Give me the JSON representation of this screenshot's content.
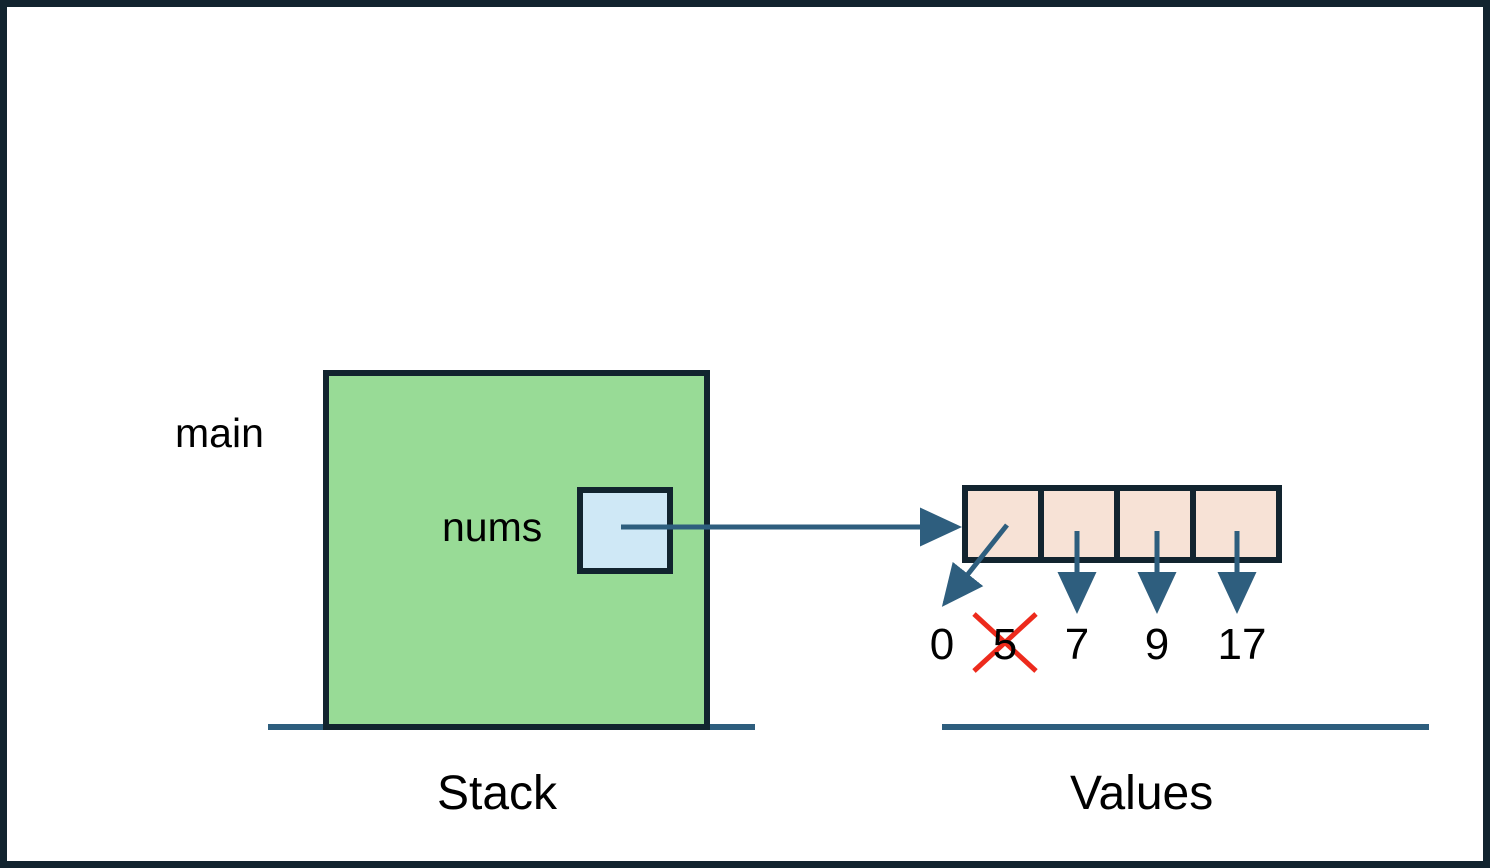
{
  "diagram": {
    "title": "Stack and Values memory diagram",
    "border_color": "#12242f",
    "background": "#ffffff"
  },
  "colors": {
    "stack_frame_fill": "#98DB96",
    "stack_frame_stroke": "#12242f",
    "pointer_box_fill": "#CFE8F6",
    "pointer_box_stroke": "#12242f",
    "array_cell_fill": "#F7E2D6",
    "array_cell_stroke": "#12242f",
    "arrow_color": "#2E5E7E",
    "baseline_color": "#2E5E7E",
    "strike_color": "#ED2A1C",
    "text_color": "#000000"
  },
  "stack_region": {
    "caption": "Stack",
    "frame_label": "main",
    "variable_label": "nums",
    "pointer_box_value": ""
  },
  "values_region": {
    "caption": "Values",
    "array_cells": [
      {
        "index": 0,
        "label": ""
      },
      {
        "index": 1,
        "label": ""
      },
      {
        "index": 2,
        "label": ""
      },
      {
        "index": 3,
        "label": ""
      }
    ],
    "value_labels": [
      {
        "text": "0",
        "struck": false
      },
      {
        "text": "5",
        "struck": true
      },
      {
        "text": "7",
        "struck": false
      },
      {
        "text": "9",
        "struck": false
      },
      {
        "text": "17",
        "struck": false
      }
    ]
  }
}
